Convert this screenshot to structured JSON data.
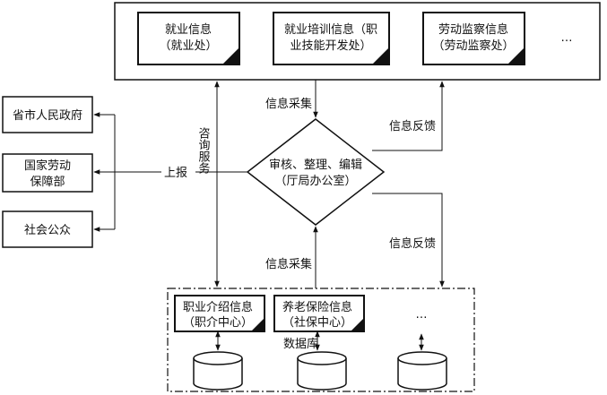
{
  "departments": [
    {
      "name": "就业信息",
      "sub": "（就业处）"
    },
    {
      "name": "就业培训信息（职",
      "sub": "业技能开发处）"
    },
    {
      "name": "劳动监察信息",
      "sub": "（劳动监察处）"
    },
    {
      "name": "…"
    }
  ],
  "center": {
    "line1": "审核、整理、编辑",
    "line2": "（厅局办公室）"
  },
  "recipients": [
    {
      "line1": "省市人民政府"
    },
    {
      "line1": "国家劳动",
      "line2": "保障部"
    },
    {
      "line1": "社会公众"
    }
  ],
  "labels": {
    "collect_top": "信息采集",
    "collect_bottom": "信息采集",
    "feedback_top": "信息反馈",
    "feedback_bottom": "信息反馈",
    "consult": "咨询服务",
    "report": "上报",
    "database": "数据库"
  },
  "sources": [
    {
      "name": "职业介绍信息",
      "sub": "（职介中心）"
    },
    {
      "name": "养老保险信息",
      "sub": "（社保中心）"
    },
    {
      "name": "…"
    }
  ]
}
